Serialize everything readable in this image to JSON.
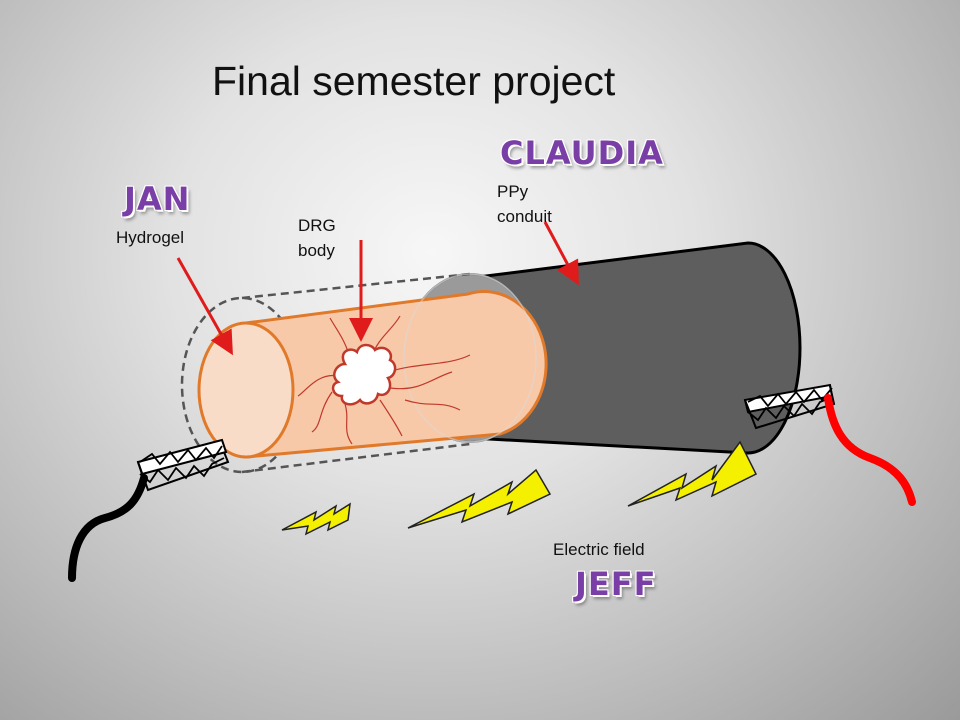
{
  "title": "Final semester project",
  "people": {
    "jan": "JAN",
    "claudia": "CLAUDIA",
    "jeff": "JEFF"
  },
  "labels": {
    "hydrogel": "Hydrogel",
    "drg_line1": "DRG",
    "drg_line2": "body",
    "ppy_line1": "PPy",
    "ppy_line2": "conduit",
    "electric_field": "Electric field"
  },
  "colors": {
    "name_purple": "#7a3fa6",
    "arrow_red": "#e01b1b",
    "hydrogel_fill": "#f7c7a6",
    "hydrogel_stroke": "#e07a2a",
    "conduit_fill": "#5d5d5d",
    "bolt_yellow": "#f4f000",
    "lead_red": "#ff0000",
    "lead_black": "#000000"
  }
}
